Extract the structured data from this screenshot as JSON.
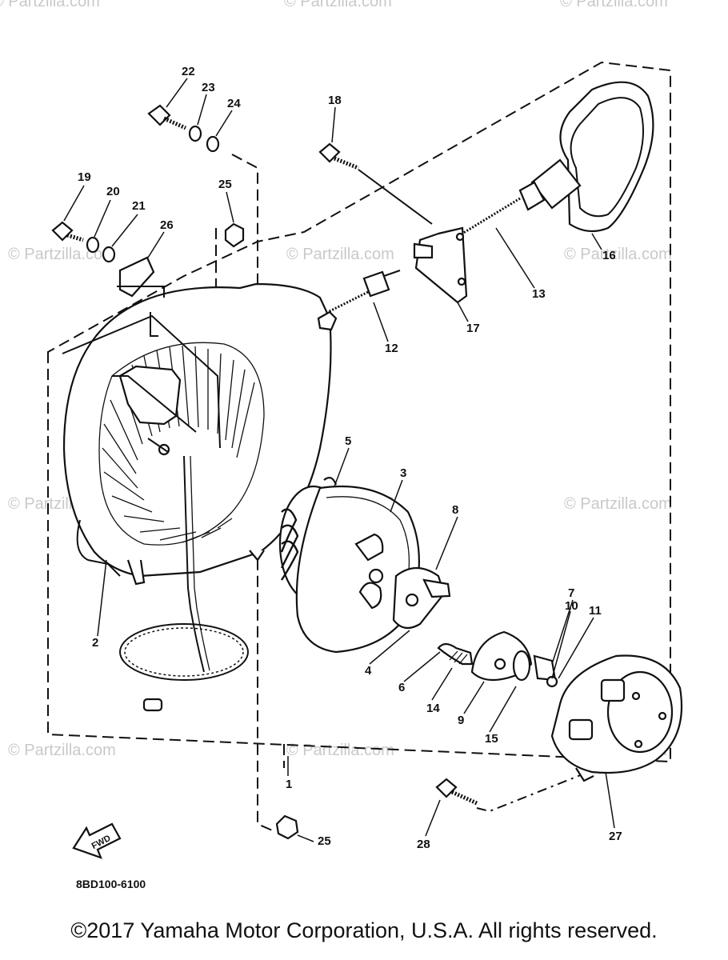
{
  "watermark": "© Partzilla.com",
  "part_code": "8BD100-6100",
  "fwd_label": "FWD",
  "copyright": "©2017 Yamaha Motor Corporation, U.S.A. All rights reserved.",
  "callouts": [
    "1",
    "2",
    "3",
    "4",
    "5",
    "6",
    "7",
    "8",
    "9",
    "10",
    "11",
    "12",
    "13",
    "14",
    "15",
    "16",
    "17",
    "18",
    "19",
    "20",
    "21",
    "22",
    "23",
    "24",
    "25",
    "26",
    "27",
    "28",
    "25"
  ]
}
